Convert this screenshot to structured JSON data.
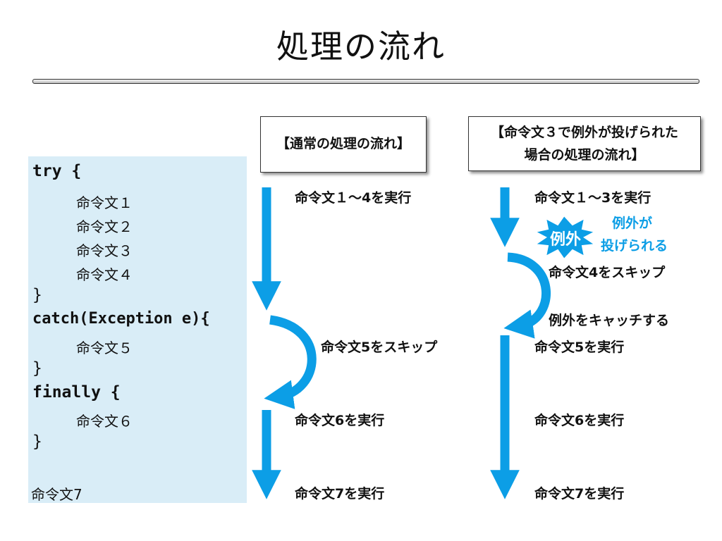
{
  "title": "処理の流れ",
  "code": {
    "try_open": "try {",
    "stmt1": "命令文１",
    "stmt2": "命令文２",
    "stmt3": "命令文３",
    "stmt4": "命令文４",
    "close1": "}",
    "catch_open": "catch(Exception e){",
    "stmt5": "命令文５",
    "close2": "}",
    "finally_open": "finally {",
    "stmt6": "命令文６",
    "close3": "}",
    "stmt7": "命令文7"
  },
  "normal_flow": {
    "header": "【通常の処理の流れ】",
    "step1": "命令文１～4を実行",
    "step2": "命令文5をスキップ",
    "step3": "命令文6を実行",
    "step4": "命令文7を実行"
  },
  "exception_flow": {
    "header": "【命令文３で例外が投げられた\n場合の処理の流れ】",
    "step1": "命令文１～3を実行",
    "burst_label": "例外",
    "thrown_note_line1": "例外が",
    "thrown_note_line2": "投げられる",
    "step2": "命令文4をスキップ",
    "step3": "例外をキャッチする",
    "step4": "命令文5を実行",
    "step5": "命令文6を実行",
    "step6": "命令文7を実行"
  },
  "colors": {
    "arrow": "#0c9ee6",
    "code_panel": "#d9edf7"
  }
}
